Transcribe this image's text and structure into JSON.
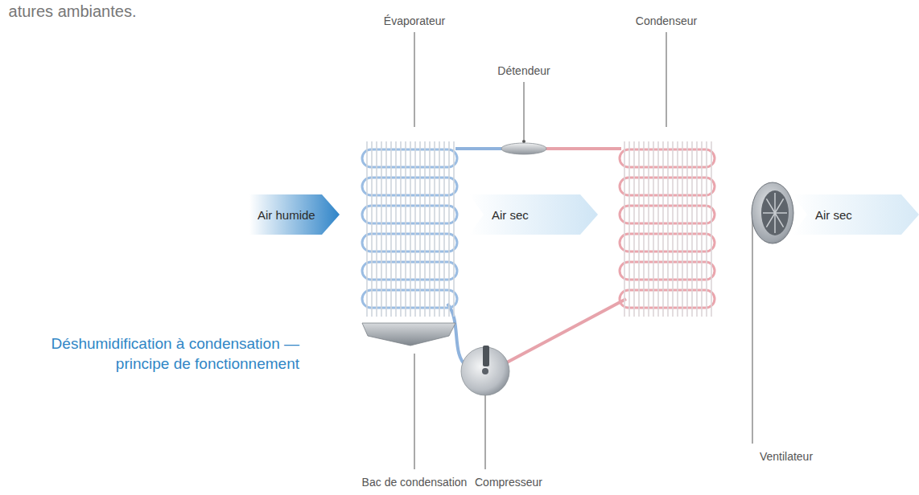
{
  "diagram": {
    "caption": "Déshumidification à condensation — principe de fonctionnement",
    "nodes": [
      {
        "text": [
          "Air humide"
        ]
      },
      {
        "text": [
          "Air sec"
        ]
      },
      {
        "text": [
          "Air sec"
        ]
      }
    ],
    "labels": [
      "atures ambiantes.",
      "Évaporateur",
      "Détendeur",
      "Condenseur",
      "Ventilateur",
      "Bac de condensation",
      "Compresseur"
    ]
  }
}
